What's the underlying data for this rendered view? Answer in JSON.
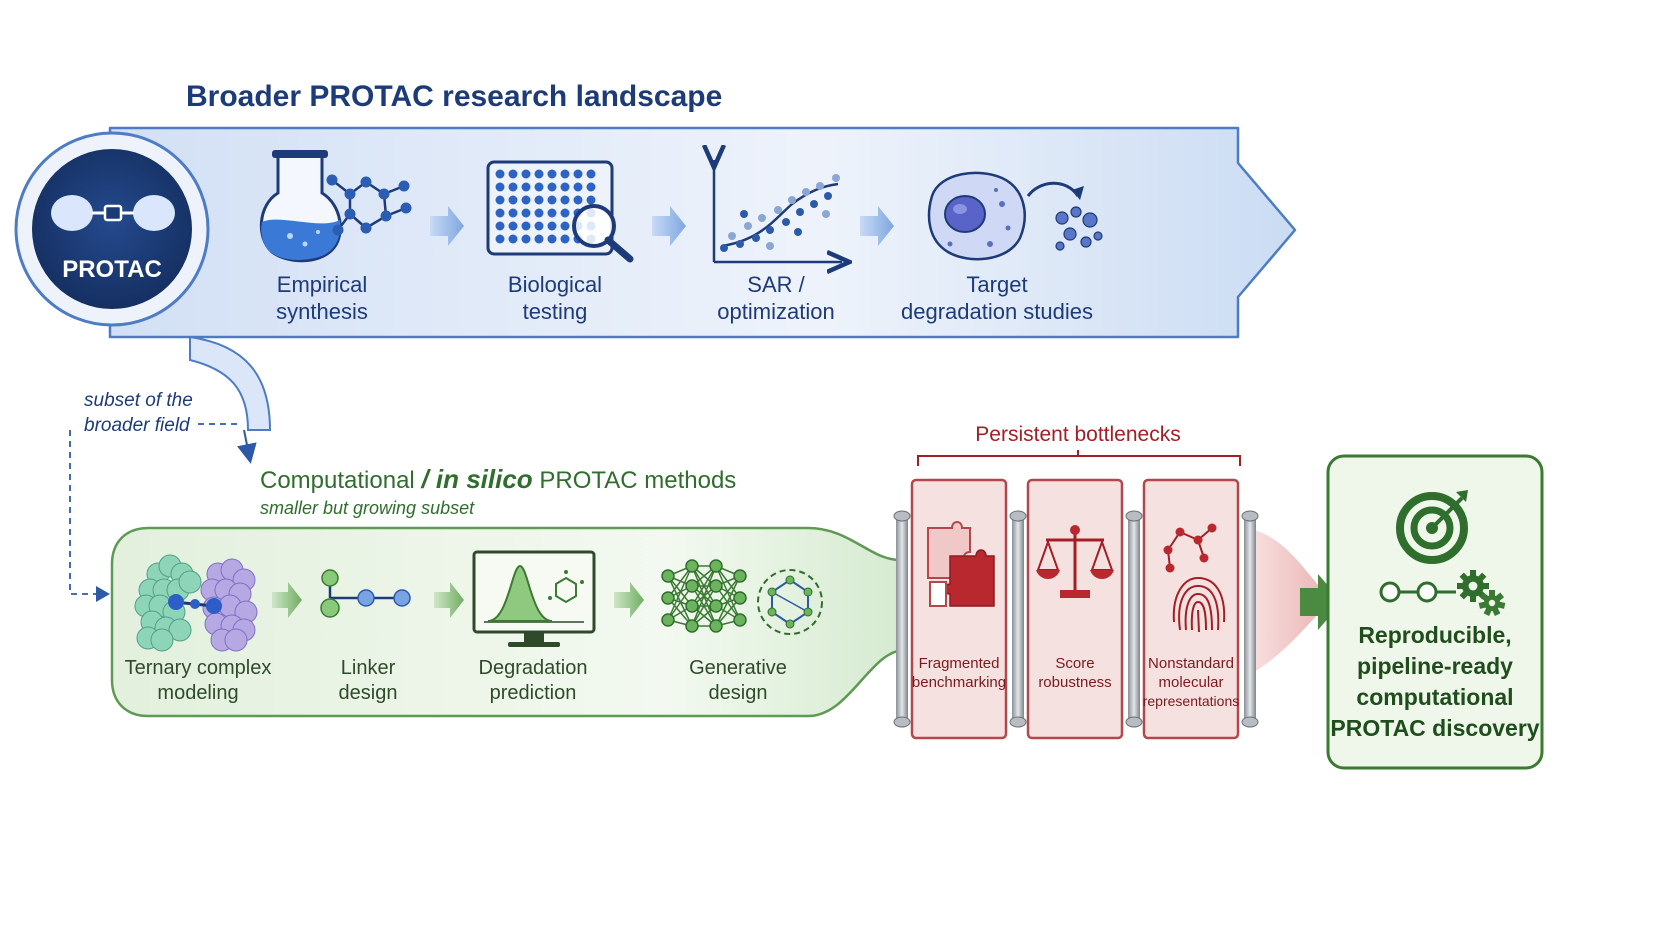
{
  "colors": {
    "navy": "#1d3b78",
    "blue_fill": "#dfe9f8",
    "blue_line": "#4d7cc5",
    "green": "#2f6e2d",
    "green_fill": "#e6f2e1",
    "green_line": "#5f9a55",
    "red": "#a31f24",
    "red_fill": "#f6e1e1",
    "red_line": "#b4474b"
  },
  "top": {
    "title": "Broader PROTAC research landscape",
    "badge": "PROTAC",
    "steps": [
      {
        "line1": "Empirical",
        "line2": "synthesis",
        "icon": "flask-molecule-icon"
      },
      {
        "line1": "Biological",
        "line2": "testing",
        "icon": "well-plate-icon"
      },
      {
        "line1": "SAR /",
        "line2": "optimization",
        "icon": "scatter-plot-icon"
      },
      {
        "line1": "Target",
        "line2": "degradation studies",
        "icon": "cell-degradation-icon"
      }
    ]
  },
  "subset_note": {
    "line1": "subset of the",
    "line2": "broader field"
  },
  "bottom": {
    "title_a": "Computational ",
    "title_b": "/ in silico",
    "title_c": " PROTAC methods",
    "subtitle": "smaller but growing subset",
    "steps": [
      {
        "line1": "Ternary complex",
        "line2": "modeling",
        "icon": "protein-complex-icon"
      },
      {
        "line1": "Linker",
        "line2": "design",
        "icon": "linker-chain-icon"
      },
      {
        "line1": "Degradation",
        "line2": "prediction",
        "icon": "monitor-curve-icon"
      },
      {
        "line1": "Generative",
        "line2": "design",
        "icon": "neural-network-icon"
      }
    ]
  },
  "bottlenecks": {
    "title": "Persistent bottlenecks",
    "items": [
      {
        "line1": "Fragmented",
        "line2": "benchmarking",
        "line3": "",
        "icon": "puzzle-icon"
      },
      {
        "line1": "Score",
        "line2": "robustness",
        "line3": "",
        "icon": "scales-icon"
      },
      {
        "line1": "Nonstandard",
        "line2": "molecular",
        "line3": "representations",
        "icon": "fingerprint-icon"
      }
    ]
  },
  "outcome": {
    "line1": "Reproducible,",
    "line2": "pipeline-ready",
    "line3": "computational",
    "line4": "PROTAC discovery",
    "icon": "target-gears-icon"
  }
}
